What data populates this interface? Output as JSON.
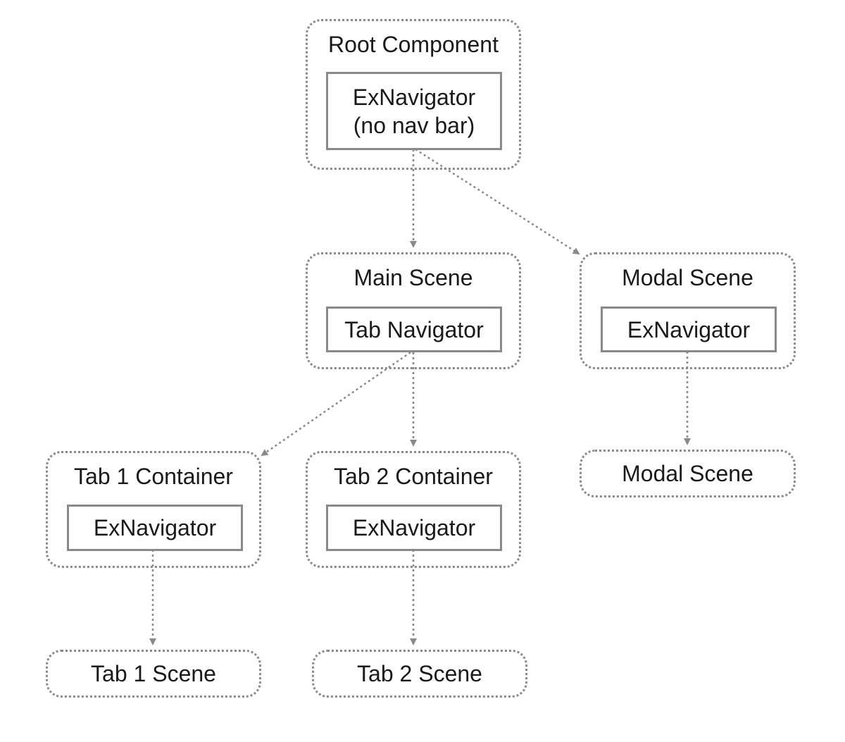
{
  "nodes": {
    "root": {
      "title": "Root Component",
      "inner_line1": "ExNavigator",
      "inner_line2": "(no nav bar)"
    },
    "main_scene": {
      "title": "Main Scene",
      "inner": "Tab Navigator"
    },
    "modal_scene": {
      "title": "Modal Scene",
      "inner": "ExNavigator"
    },
    "modal_scene_leaf": {
      "label": "Modal Scene"
    },
    "tab1_container": {
      "title": "Tab 1 Container",
      "inner": "ExNavigator"
    },
    "tab2_container": {
      "title": "Tab 2 Container",
      "inner": "ExNavigator"
    },
    "tab1_scene": {
      "label": "Tab 1 Scene"
    },
    "tab2_scene": {
      "label": "Tab 2 Scene"
    }
  },
  "edges": [
    {
      "from": "root",
      "to": "main_scene"
    },
    {
      "from": "root",
      "to": "modal_scene"
    },
    {
      "from": "main_scene",
      "to": "tab1_container"
    },
    {
      "from": "main_scene",
      "to": "tab2_container"
    },
    {
      "from": "modal_scene",
      "to": "modal_scene_leaf"
    },
    {
      "from": "tab1_container",
      "to": "tab1_scene"
    },
    {
      "from": "tab2_container",
      "to": "tab2_scene"
    }
  ],
  "colors": {
    "stroke": "#8a8a8a",
    "text": "#1a1a1a",
    "background": "#ffffff"
  }
}
